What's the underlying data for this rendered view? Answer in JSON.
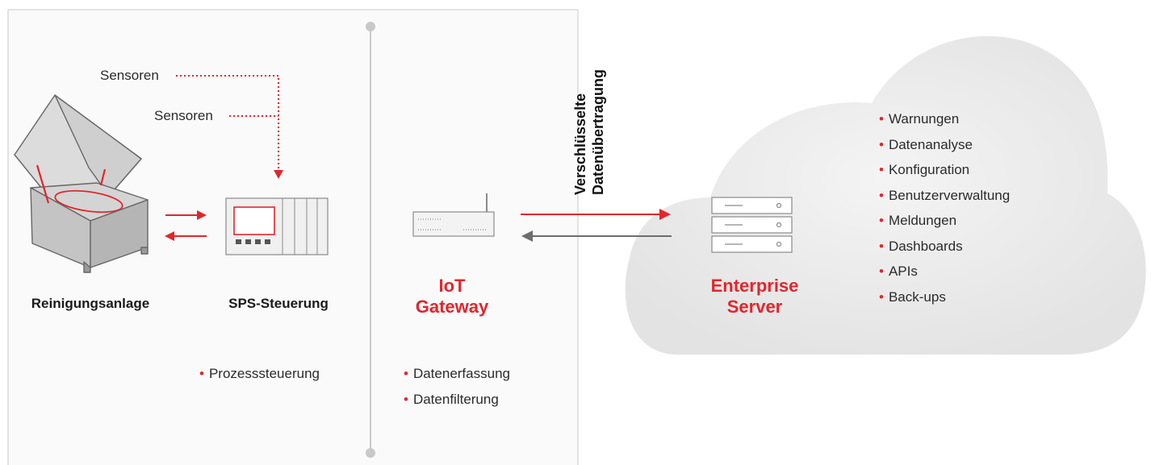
{
  "sensors": [
    "Sensoren",
    "Sensoren"
  ],
  "components": {
    "cleaning_system": "Reinigungsanlage",
    "plc": "SPS-Steuerung",
    "gateway": [
      "IoT",
      "Gateway"
    ],
    "server": [
      "Enterprise",
      "Server"
    ]
  },
  "transfer_label": [
    "Verschlüsselte",
    "Datenübertragung"
  ],
  "plc_features": [
    "Prozesssteuerung"
  ],
  "gateway_features": [
    "Datenerfassung",
    "Datenfilterung"
  ],
  "cloud_features": [
    "Warnungen",
    "Datenanalyse",
    "Konfiguration",
    "Benutzerverwaltung",
    "Meldungen",
    "Dashboards",
    "APIs",
    "Back-ups"
  ],
  "colors": {
    "accent": "#e1262d",
    "gray_arrow": "#6d6d6d",
    "panel": "#fafafa",
    "cloud": "#e9e9e9"
  }
}
